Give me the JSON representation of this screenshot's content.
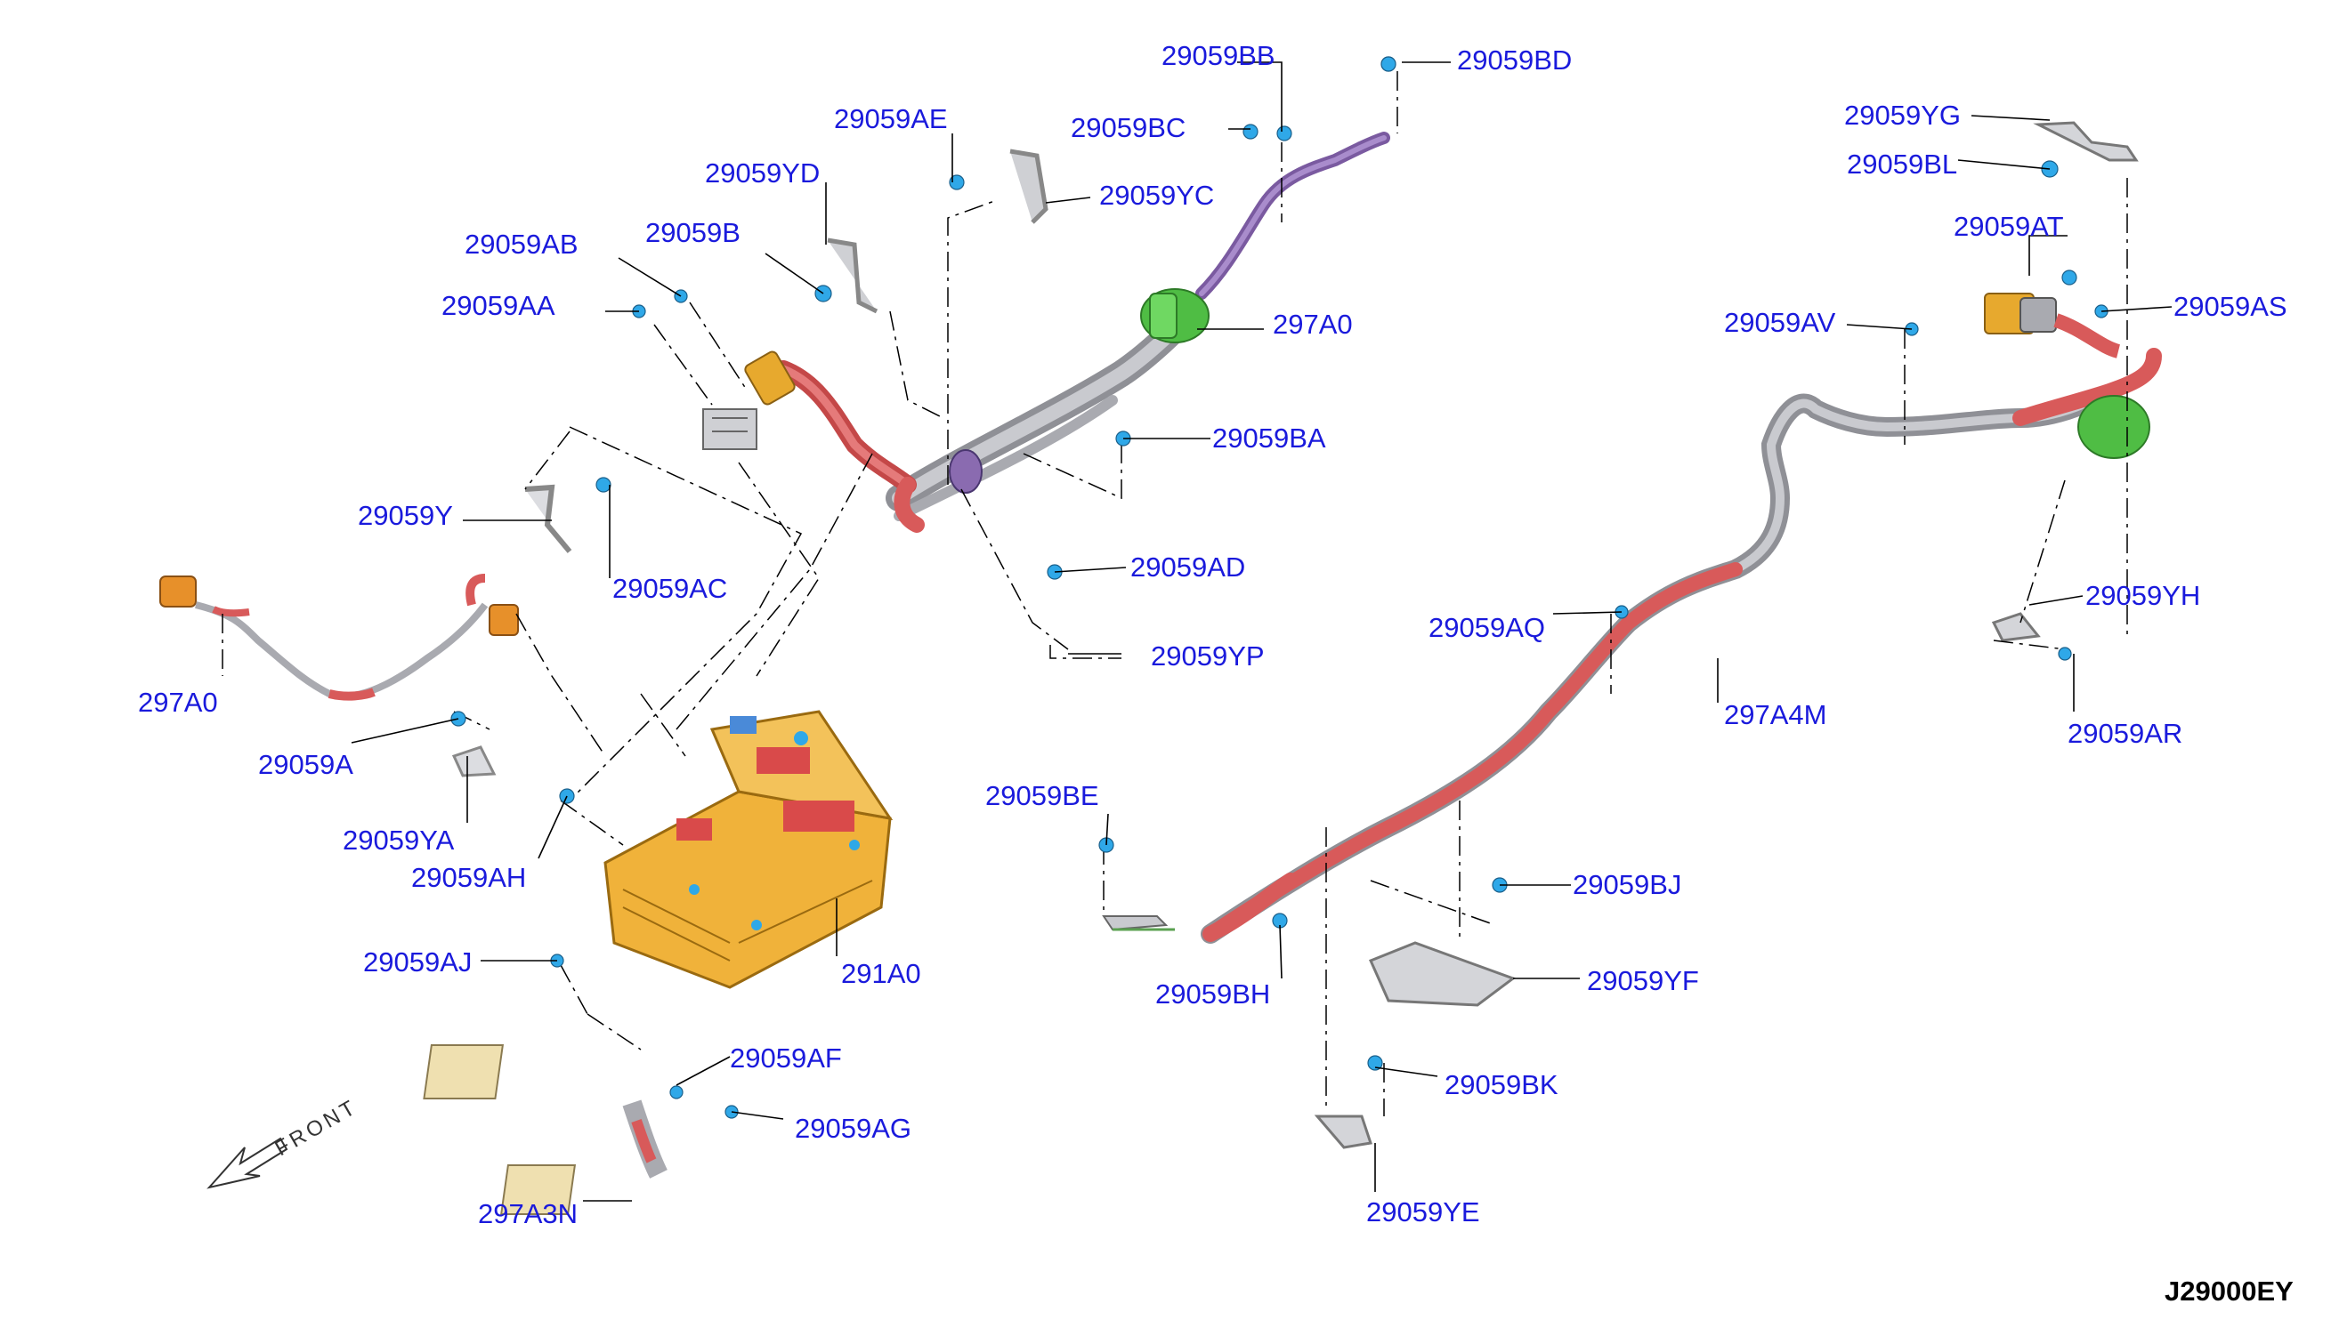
{
  "diagram_code": "J29000EY",
  "direction_label": "FRONT",
  "colors": {
    "label": "#1a1adc",
    "cable_red": "#d85a5a",
    "conduit_gray": "#a9aab0",
    "inverter_orange": "#f0b23a",
    "clamp_green": "#58c94c",
    "cable_purple": "#8a6bb0",
    "connector_cream": "#efe0b0",
    "fastener_blue": "#2fa8e8"
  },
  "labels": {
    "p29059BB": "29059BB",
    "p29059BD": "29059BD",
    "p29059AE": "29059AE",
    "p29059BC": "29059BC",
    "p29059YD": "29059YD",
    "p29059YC": "29059YC",
    "p29059AB": "29059AB",
    "p29059B": "29059B",
    "p29059AA": "29059AA",
    "p297A0": "297A0",
    "p29059BA": "29059BA",
    "p29059Y": "29059Y",
    "p29059AC": "29059AC",
    "p29059AD": "29059AD",
    "p29059YP": "29059YP",
    "p297A0_2": "297A0",
    "p29059A": "29059A",
    "p29059YA": "29059YA",
    "p29059AH": "29059AH",
    "p291A0": "291A0",
    "p29059AJ": "29059AJ",
    "p29059AF": "29059AF",
    "p29059AG": "29059AG",
    "p297A3N": "297A3N",
    "p29059YG": "29059YG",
    "p29059BL": "29059BL",
    "p29059AT": "29059AT",
    "p29059AS": "29059AS",
    "p29059AV": "29059AV",
    "p29059YH": "29059YH",
    "p29059AR": "29059AR",
    "p29059AQ": "29059AQ",
    "p297A4M": "297A4M",
    "p29059BE": "29059BE",
    "p29059BJ": "29059BJ",
    "p29059YF": "29059YF",
    "p29059BH": "29059BH",
    "p29059BK": "29059BK",
    "p29059YE": "29059YE"
  }
}
